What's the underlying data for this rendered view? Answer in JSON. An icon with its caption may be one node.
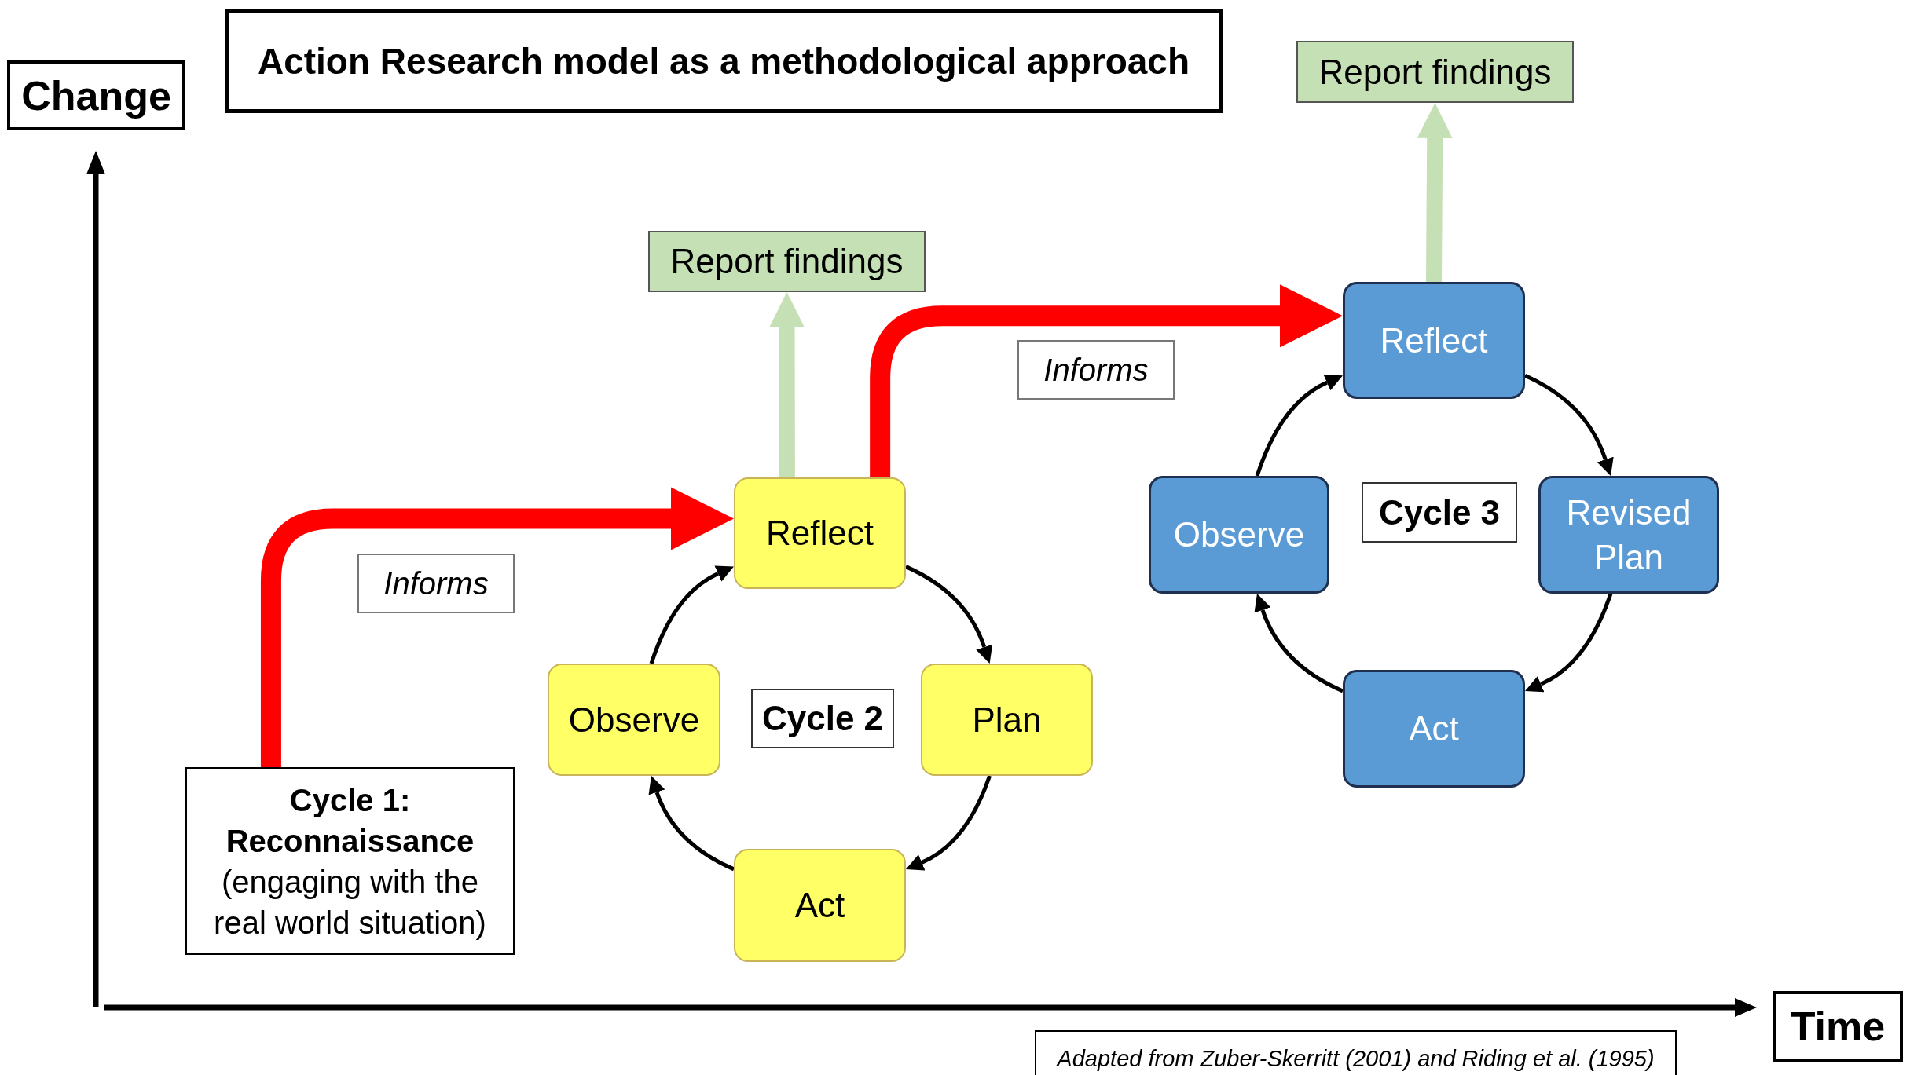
{
  "diagram": {
    "title": "Action Research model as a methodological approach",
    "caption": "Adapted from Zuber-Skerritt (2001) and Riding et al. (1995)",
    "nodes": [
      {
        "text": [
          "Cycle 1: Reconnaissance",
          "(engaging with the real world situation)"
        ]
      },
      {
        "text": [
          "Report findings"
        ]
      },
      {
        "text": [
          "Reflect"
        ]
      },
      {
        "text": [
          "Observe"
        ]
      },
      {
        "text": [
          "Cycle 2"
        ]
      },
      {
        "text": [
          "Plan"
        ]
      },
      {
        "text": [
          "Act"
        ]
      },
      {
        "text": [
          "Report findings"
        ]
      },
      {
        "text": [
          "Reflect"
        ]
      },
      {
        "text": [
          "Observe"
        ]
      },
      {
        "text": [
          "Cycle 3"
        ]
      },
      {
        "text": [
          "Revised Plan"
        ]
      },
      {
        "text": [
          "Act"
        ]
      }
    ],
    "edges": [
      {
        "from": 0,
        "to": 2,
        "arrow": "to",
        "label": "Informs",
        "style": "thick",
        "color": "#ff0000"
      },
      {
        "from": 2,
        "to": 1,
        "arrow": "to",
        "style": "thick",
        "color": "#c5e0b4"
      },
      {
        "from": 2,
        "to": 5,
        "arrow": "to"
      },
      {
        "from": 5,
        "to": 6,
        "arrow": "to"
      },
      {
        "from": 6,
        "to": 3,
        "arrow": "to"
      },
      {
        "from": 3,
        "to": 2,
        "arrow": "to"
      },
      {
        "from": 2,
        "to": 8,
        "arrow": "to",
        "label": "Informs",
        "style": "thick",
        "color": "#ff0000"
      },
      {
        "from": 8,
        "to": 7,
        "arrow": "to",
        "style": "thick",
        "color": "#c5e0b4"
      },
      {
        "from": 8,
        "to": 11,
        "arrow": "to"
      },
      {
        "from": 11,
        "to": 12,
        "arrow": "to"
      },
      {
        "from": 12,
        "to": 9,
        "arrow": "to"
      },
      {
        "from": 9,
        "to": 8,
        "arrow": "to"
      }
    ],
    "labels": [
      "Change",
      "Time"
    ]
  }
}
